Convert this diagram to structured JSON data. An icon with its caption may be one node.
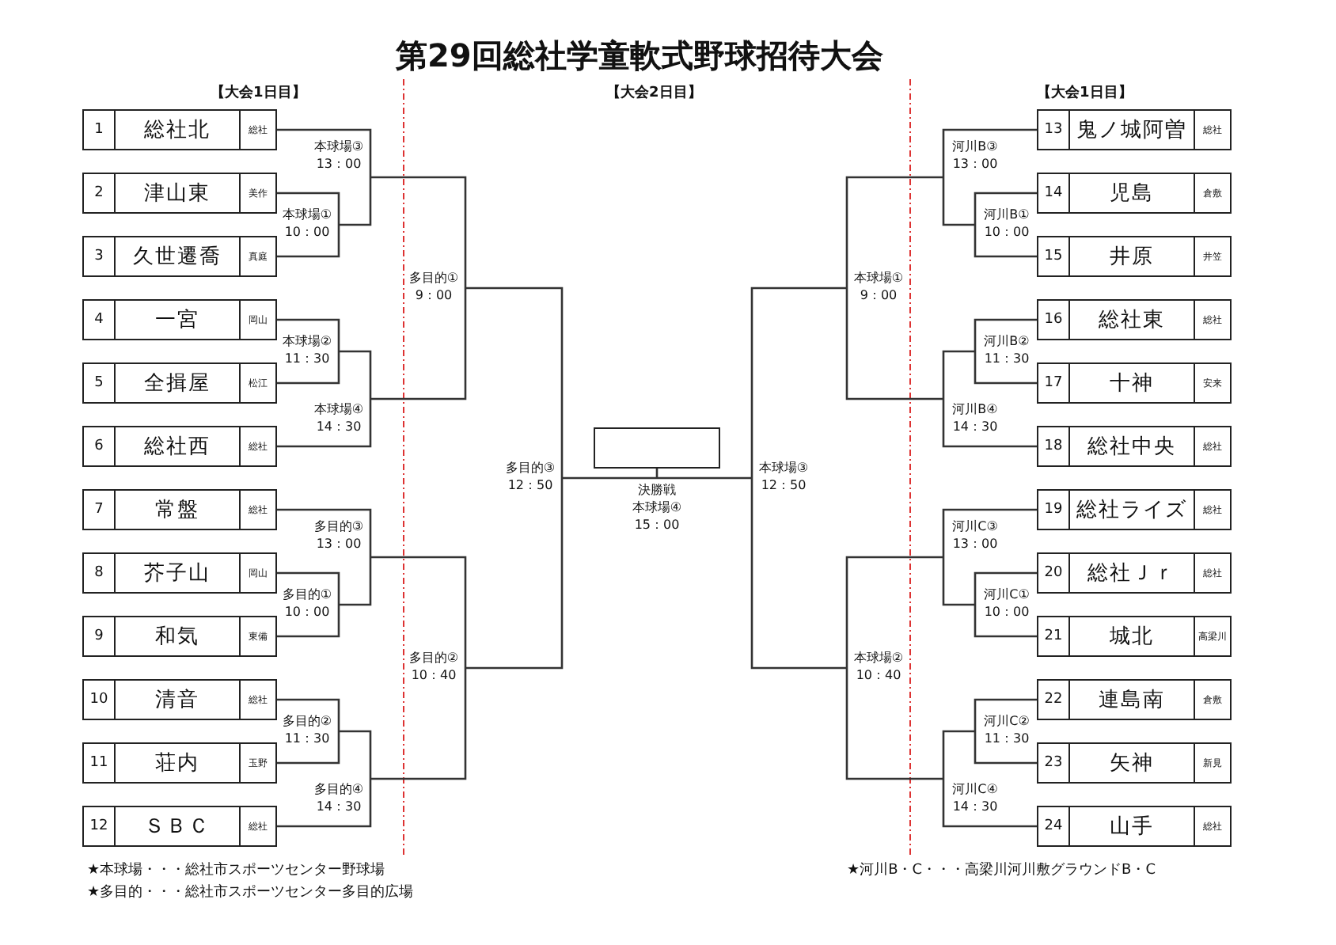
{
  "diagram": {
    "title": "第29回総社学童軟式野球招待大会",
    "nodes": [
      {
        "text": [
          "1",
          "総社北",
          "総社"
        ]
      },
      {
        "text": [
          "2",
          "津山東",
          "美作"
        ]
      },
      {
        "text": [
          "3",
          "久世遷喬",
          "真庭"
        ]
      },
      {
        "text": [
          "4",
          "一宮",
          "岡山"
        ]
      },
      {
        "text": [
          "5",
          "全揖屋",
          "松江"
        ]
      },
      {
        "text": [
          "6",
          "総社西",
          "総社"
        ]
      },
      {
        "text": [
          "7",
          "常盤",
          "総社"
        ]
      },
      {
        "text": [
          "8",
          "芥子山",
          "岡山"
        ]
      },
      {
        "text": [
          "9",
          "和気",
          "東備"
        ]
      },
      {
        "text": [
          "10",
          "清音",
          "総社"
        ]
      },
      {
        "text": [
          "11",
          "荘内",
          "玉野"
        ]
      },
      {
        "text": [
          "12",
          "ＳＢＣ",
          "総社"
        ]
      },
      {
        "text": [
          "13",
          "鬼ノ城阿曽",
          "総社"
        ]
      },
      {
        "text": [
          "14",
          "児島",
          "倉敷"
        ]
      },
      {
        "text": [
          "15",
          "井原",
          "井笠"
        ]
      },
      {
        "text": [
          "16",
          "総社東",
          "総社"
        ]
      },
      {
        "text": [
          "17",
          "十神",
          "安来"
        ]
      },
      {
        "text": [
          "18",
          "総社中央",
          "総社"
        ]
      },
      {
        "text": [
          "19",
          "総社ライズ",
          "総社"
        ]
      },
      {
        "text": [
          "20",
          "総社Ｊｒ",
          "総社"
        ]
      },
      {
        "text": [
          "21",
          "城北",
          "高梁川"
        ]
      },
      {
        "text": [
          "22",
          "連島南",
          "倉敷"
        ]
      },
      {
        "text": [
          "23",
          "矢神",
          "新見"
        ]
      },
      {
        "text": [
          "24",
          "山手",
          "総社"
        ]
      },
      {
        "text": [
          "本球場③",
          "13：00"
        ]
      },
      {
        "text": [
          "本球場①",
          "10：00"
        ]
      },
      {
        "text": [
          "本球場②",
          "11：30"
        ]
      },
      {
        "text": [
          "本球場④",
          "14：30"
        ]
      },
      {
        "text": [
          "多目的①",
          "9：00"
        ]
      },
      {
        "text": [
          "多目的③",
          "13：00"
        ]
      },
      {
        "text": [
          "多目的①",
          "10：00"
        ]
      },
      {
        "text": [
          "多目的②",
          "11：30"
        ]
      },
      {
        "text": [
          "多目的④",
          "14：30"
        ]
      },
      {
        "text": [
          "多目的②",
          "10：40"
        ]
      },
      {
        "text": [
          "多目的③",
          "12：50"
        ]
      },
      {
        "text": [
          "決勝戦",
          "本球場④",
          "15：00"
        ]
      },
      {
        "text": [],
        "shape": "box"
      },
      {
        "text": [
          "本球場③",
          "12：50"
        ]
      },
      {
        "text": [
          "河川B③",
          "13：00"
        ]
      },
      {
        "text": [
          "河川B①",
          "10：00"
        ]
      },
      {
        "text": [
          "本球場①",
          "9：00"
        ]
      },
      {
        "text": [
          "河川B②",
          "11：30"
        ]
      },
      {
        "text": [
          "河川B④",
          "14：30"
        ]
      },
      {
        "text": [
          "河川C③",
          "13：00"
        ]
      },
      {
        "text": [
          "河川C①",
          "10：00"
        ]
      },
      {
        "text": [
          "本球場②",
          "10：40"
        ]
      },
      {
        "text": [
          "河川C②",
          "11：30"
        ]
      },
      {
        "text": [
          "河川C④",
          "14：30"
        ]
      }
    ],
    "edges": [
      {
        "from": 0,
        "to": 24,
        "arrow": "none"
      },
      {
        "from": 1,
        "to": 25,
        "arrow": "none"
      },
      {
        "from": 2,
        "to": 25,
        "arrow": "none"
      },
      {
        "from": 25,
        "to": 24,
        "arrow": "none"
      },
      {
        "from": 3,
        "to": 26,
        "arrow": "none"
      },
      {
        "from": 4,
        "to": 26,
        "arrow": "none"
      },
      {
        "from": 26,
        "to": 27,
        "arrow": "none"
      },
      {
        "from": 5,
        "to": 27,
        "arrow": "none"
      },
      {
        "from": 24,
        "to": 28,
        "arrow": "none"
      },
      {
        "from": 27,
        "to": 28,
        "arrow": "none"
      },
      {
        "from": 6,
        "to": 29,
        "arrow": "none"
      },
      {
        "from": 7,
        "to": 30,
        "arrow": "none"
      },
      {
        "from": 8,
        "to": 30,
        "arrow": "none"
      },
      {
        "from": 30,
        "to": 29,
        "arrow": "none"
      },
      {
        "from": 9,
        "to": 31,
        "arrow": "none"
      },
      {
        "from": 10,
        "to": 31,
        "arrow": "none"
      },
      {
        "from": 31,
        "to": 32,
        "arrow": "none"
      },
      {
        "from": 11,
        "to": 32,
        "arrow": "none"
      },
      {
        "from": 29,
        "to": 33,
        "arrow": "none"
      },
      {
        "from": 32,
        "to": 33,
        "arrow": "none"
      },
      {
        "from": 28,
        "to": 34,
        "arrow": "none"
      },
      {
        "from": 33,
        "to": 34,
        "arrow": "none"
      },
      {
        "from": 34,
        "to": 35,
        "arrow": "none"
      },
      {
        "from": 37,
        "to": 35,
        "arrow": "none"
      },
      {
        "from": 35,
        "to": 36,
        "arrow": "none"
      },
      {
        "from": 12,
        "to": 38,
        "arrow": "none"
      },
      {
        "from": 13,
        "to": 39,
        "arrow": "none"
      },
      {
        "from": 14,
        "to": 39,
        "arrow": "none"
      },
      {
        "from": 39,
        "to": 38,
        "arrow": "none"
      },
      {
        "from": 15,
        "to": 41,
        "arrow": "none"
      },
      {
        "from": 16,
        "to": 41,
        "arrow": "none"
      },
      {
        "from": 41,
        "to": 42,
        "arrow": "none"
      },
      {
        "from": 17,
        "to": 42,
        "arrow": "none"
      },
      {
        "from": 38,
        "to": 40,
        "arrow": "none"
      },
      {
        "from": 42,
        "to": 40,
        "arrow": "none"
      },
      {
        "from": 18,
        "to": 43,
        "arrow": "none"
      },
      {
        "from": 19,
        "to": 44,
        "arrow": "none"
      },
      {
        "from": 20,
        "to": 44,
        "arrow": "none"
      },
      {
        "from": 44,
        "to": 43,
        "arrow": "none"
      },
      {
        "from": 21,
        "to": 46,
        "arrow": "none"
      },
      {
        "from": 22,
        "to": 46,
        "arrow": "none"
      },
      {
        "from": 46,
        "to": 47,
        "arrow": "none"
      },
      {
        "from": 23,
        "to": 47,
        "arrow": "none"
      },
      {
        "from": 43,
        "to": 45,
        "arrow": "none"
      },
      {
        "from": 47,
        "to": 45,
        "arrow": "none"
      },
      {
        "from": 40,
        "to": 37,
        "arrow": "none"
      },
      {
        "from": 45,
        "to": 37,
        "arrow": "none"
      }
    ],
    "labels": [
      "【大会1日目】",
      "【大会2日目】",
      "【大会1日目】",
      "★本球場・・・総社市スポーツセンター野球場",
      "★多目的・・・総社市スポーツセンター多目的広場",
      "★河川B・C・・・高梁川河川敷グラウンドB・C"
    ]
  }
}
